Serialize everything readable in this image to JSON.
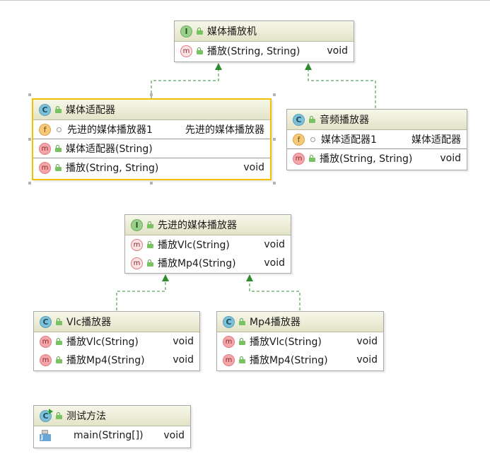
{
  "diagram": {
    "nodes": {
      "media_player": {
        "kind": "I",
        "title": "媒体播放机",
        "methods": [
          {
            "badge": "m",
            "name": "播放(String, String)",
            "type": "void"
          }
        ]
      },
      "media_adapter": {
        "kind": "C",
        "title": "媒体适配器",
        "fields": [
          {
            "badge": "f",
            "name": "先进的媒体播放器1",
            "type": "先进的媒体播放器"
          }
        ],
        "constructors": [
          {
            "badge": "m",
            "name": "媒体适配器(String)"
          }
        ],
        "methods": [
          {
            "badge": "m",
            "name": "播放(String, String)",
            "type": "void"
          }
        ]
      },
      "audio_player": {
        "kind": "C",
        "title": "音频播放器",
        "fields": [
          {
            "badge": "f",
            "name": "媒体适配器1",
            "type": "媒体适配器"
          }
        ],
        "methods": [
          {
            "badge": "m",
            "name": "播放(String, String)",
            "type": "void"
          }
        ]
      },
      "advanced_player": {
        "kind": "I",
        "title": "先进的媒体播放器",
        "methods": [
          {
            "badge": "m",
            "name": "播放Vlc(String)",
            "type": "void"
          },
          {
            "badge": "m",
            "name": "播放Mp4(String)",
            "type": "void"
          }
        ]
      },
      "vlc_player": {
        "kind": "C",
        "title": "Vlc播放器",
        "methods": [
          {
            "badge": "m",
            "name": "播放Vlc(String)",
            "type": "void"
          },
          {
            "badge": "m",
            "name": "播放Mp4(String)",
            "type": "void"
          }
        ]
      },
      "mp4_player": {
        "kind": "C",
        "title": "Mp4播放器",
        "methods": [
          {
            "badge": "m",
            "name": "播放Vlc(String)",
            "type": "void"
          },
          {
            "badge": "m",
            "name": "播放Mp4(String)",
            "type": "void"
          }
        ]
      },
      "test_method": {
        "kind": "C",
        "title": "测试方法",
        "methods": [
          {
            "name": "main(String[])",
            "type": "void"
          }
        ]
      }
    },
    "colors": {
      "realization_edge": "#2e8b2e",
      "selection_border": "#f2c200",
      "header_fill": "#e8e8d0"
    }
  }
}
